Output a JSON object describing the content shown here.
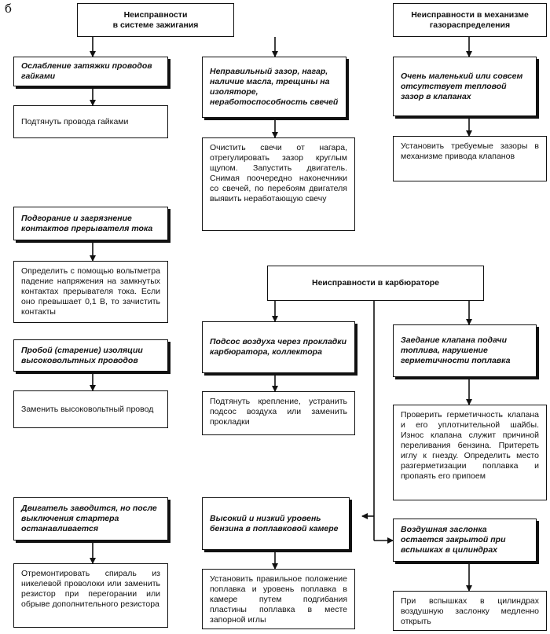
{
  "figure_tag": "б",
  "groups": {
    "ignition": {
      "header": "Неисправности\nв системе зажигания",
      "items": [
        {
          "fault": "Ослабление затяжки проводов гайками",
          "fix": "Подтянуть провода гайками"
        },
        {
          "fault": "Неправильный зазор, нагар, наличие масла, трещины на изоляторе, неработоспособность свечей",
          "fix": "Очистить свечи от нагара, отрегулировать зазор круглым щупом. Запустить двигатель. Снимая поочередно наконечники со свечей, по перебоям двигателя выявить неработающую свечу"
        },
        {
          "fault": "Подгорание и загрязнение контактов прерывателя тока",
          "fix": "Определить с помощью вольтметра падение напряжения на замкнутых контактах прерывателя тока. Если оно превышает 0,1 В, то зачистить контакты"
        },
        {
          "fault": "Пробой (старение) изоляции высоковольтных проводов",
          "fix": "Заменить высоковольтный провод"
        },
        {
          "fault": "Двигатель заводится, но после выключения стартера останавливается",
          "fix": "Отремонтировать спираль из никелевой проволоки или заменить резистор при перегорании или обрыве дополнительного резистора"
        }
      ]
    },
    "valve_train": {
      "header": "Неисправности в механизме\nгазораспределения",
      "items": [
        {
          "fault": "Очень маленький или совсем отсутствует тепловой зазор в клапанах",
          "fix": "Установить требуемые зазоры в механизме привода клапанов"
        }
      ]
    },
    "carburetor": {
      "header": "Неисправности в карбюраторе",
      "items": [
        {
          "fault": "Подсос воздуха через прокладки карбюратора, коллектора",
          "fix": "Подтянуть крепление, устранить подсос воздуха или заменить прокладки"
        },
        {
          "fault": "Заедание клапана подачи топлива, нарушение герметичности поплавка",
          "fix": "Проверить герметичность клапана и его уплотнительной шайбы. Износ клапана служит причиной переливания бензина. Притереть иглу к гнезду. Определить место разгерметизации поплавка и пропаять его припоем"
        },
        {
          "fault": "Высокий и низкий уровень бензина в поплавковой камере",
          "fix": "Установить правильное положение поплавка и уровень поплавка в камере путем подгибания пластины поплавка в месте запорной иглы"
        },
        {
          "fault": "Воздушная заслонка остается закрытой при вспышках в цилиндрах",
          "fix": "При вспышках в цилиндрах воздушную заслонку медленно открыть"
        }
      ]
    }
  }
}
